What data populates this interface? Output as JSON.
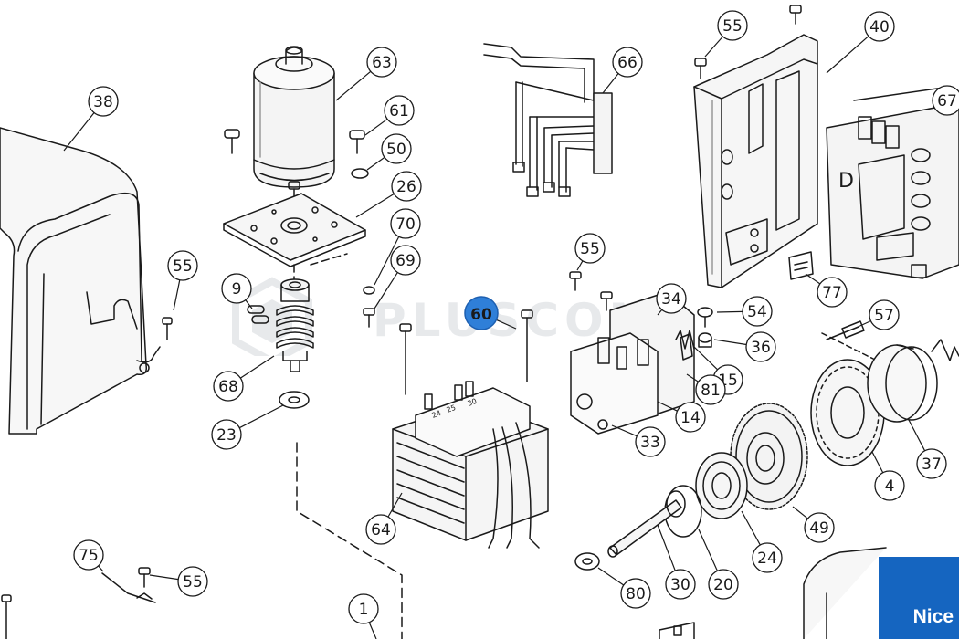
{
  "brand": {
    "name": "Nice",
    "color": "#1565c0"
  },
  "watermark": {
    "text": "PLUSCOM"
  },
  "highlight_color": "#2f7fd8",
  "callouts": [
    {
      "label": "38"
    },
    {
      "label": "63"
    },
    {
      "label": "61"
    },
    {
      "label": "50"
    },
    {
      "label": "26"
    },
    {
      "label": "70"
    },
    {
      "label": "69"
    },
    {
      "label": "55"
    },
    {
      "label": "9"
    },
    {
      "label": "68"
    },
    {
      "label": "23"
    },
    {
      "label": "66"
    },
    {
      "label": "55"
    },
    {
      "label": "40"
    },
    {
      "label": "67"
    },
    {
      "label": "55"
    },
    {
      "label": "60",
      "highlighted": true
    },
    {
      "label": "34"
    },
    {
      "label": "54"
    },
    {
      "label": "36"
    },
    {
      "label": "15"
    },
    {
      "label": "81"
    },
    {
      "label": "14"
    },
    {
      "label": "33"
    },
    {
      "label": "77"
    },
    {
      "label": "57"
    },
    {
      "label": "37"
    },
    {
      "label": "4"
    },
    {
      "label": "49"
    },
    {
      "label": "24"
    },
    {
      "label": "20"
    },
    {
      "label": "30"
    },
    {
      "label": "64"
    },
    {
      "label": "80"
    },
    {
      "label": "75"
    },
    {
      "label": "55"
    },
    {
      "label": "1"
    }
  ],
  "motor_label_text": [
    "24",
    "25",
    "30"
  ]
}
